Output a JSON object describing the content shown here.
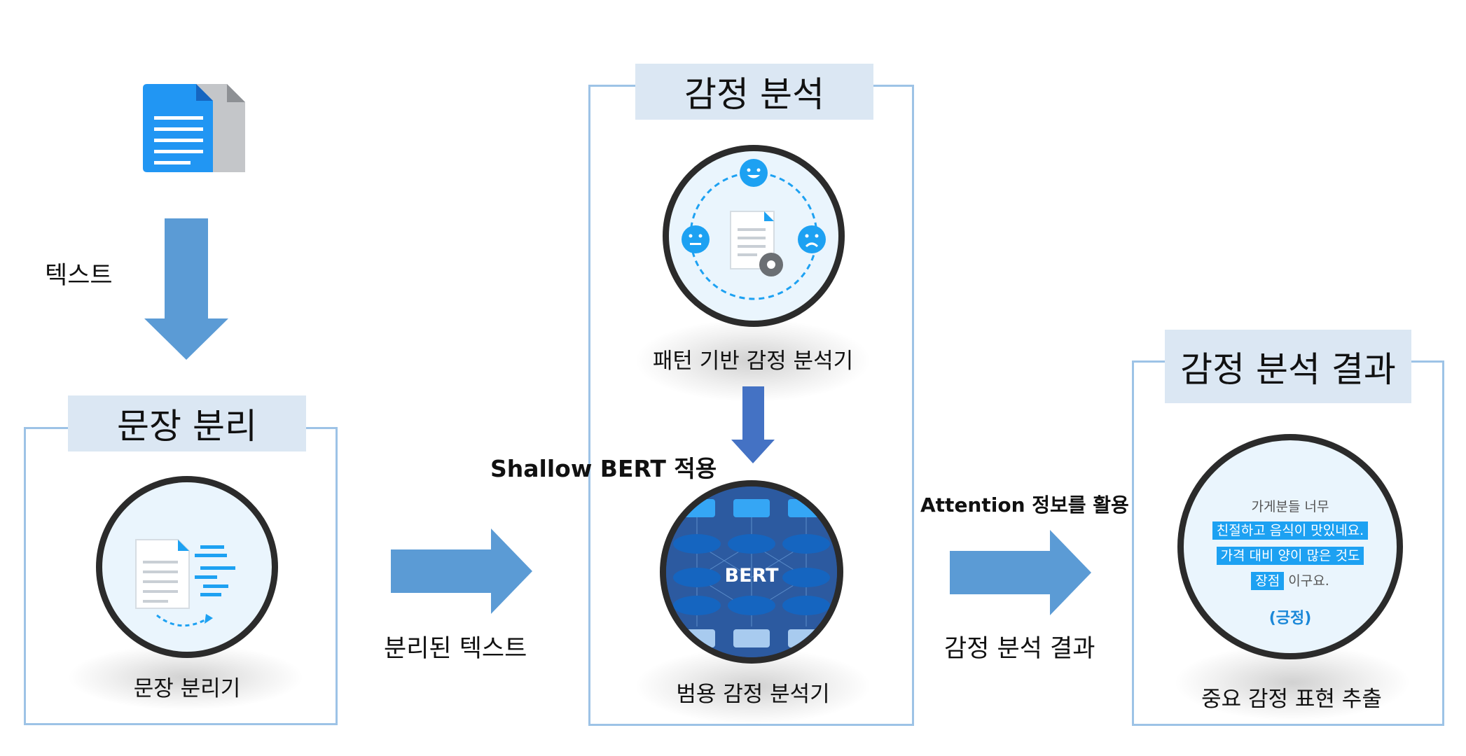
{
  "input": {
    "icon": "document-icon",
    "text_label": "텍스트"
  },
  "stage_split": {
    "title": "문장 분리",
    "tool_label": "문장 분리기",
    "output_label": "분리된 텍스트"
  },
  "stage_sentiment": {
    "title": "감정 분석",
    "pattern_label": "패턴 기반 감정 분석기",
    "bert_note": "Shallow BERT 적용",
    "bert_badge": "BERT",
    "general_label": "범용 감정 분석기"
  },
  "flow": {
    "attention_note": "Attention 정보를 활용",
    "result_label": "감정 분석 결과"
  },
  "stage_result": {
    "title": "감정 분석 결과",
    "example_line1": "가게분들 너무",
    "example_line2": "친절하고 음식이 맛있네요.",
    "example_line3": "가격 대비 양이 많은 것도",
    "example_line4_hl": "장점",
    "example_line4_rest": " 이구요.",
    "example_sentiment": "(긍정)",
    "extract_label": "중요 감정 표현 추출"
  },
  "colors": {
    "frame_border": "#9dc3e6",
    "title_bg": "#dbe7f3",
    "arrow": "#5b9bd5",
    "accent": "#1da1f2"
  }
}
